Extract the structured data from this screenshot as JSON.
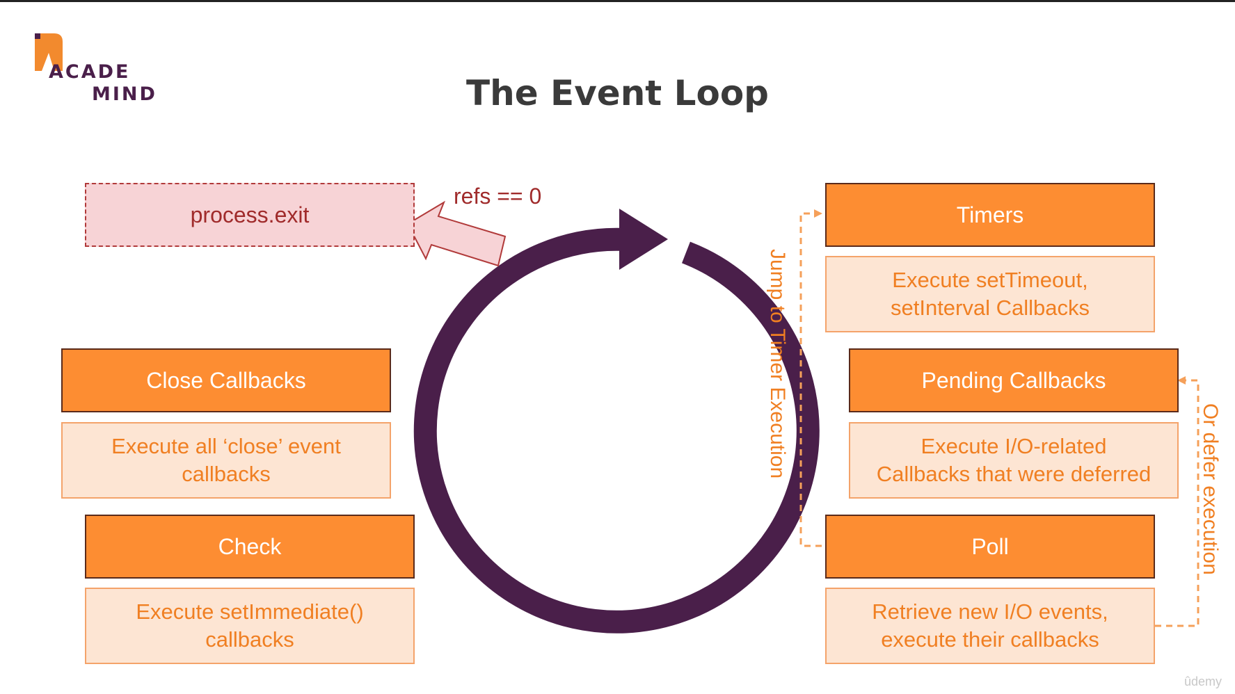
{
  "logo": {
    "line1": "ACADE",
    "line2": "MIND",
    "brand_color": "#4a1f4a",
    "accent_color": "#f28a2e"
  },
  "title": "The Event Loop",
  "exit": {
    "label": "process.exit",
    "arrow_label": "refs == 0"
  },
  "phases": {
    "timers": {
      "title": "Timers",
      "description": "Execute setTimeout,\nsetInterval Callbacks"
    },
    "pending": {
      "title": "Pending Callbacks",
      "description": "Execute I/O-related\nCallbacks that were deferred"
    },
    "poll": {
      "title": "Poll",
      "description": "Retrieve new I/O events,\nexecute their callbacks"
    },
    "check": {
      "title": "Check",
      "description": "Execute setImmediate()\ncallbacks"
    },
    "close": {
      "title": "Close Callbacks",
      "description": "Execute all ‘close’ event\ncallbacks"
    }
  },
  "side_labels": {
    "jump": "Jump to Timer Execution",
    "defer": "Or defer execution"
  },
  "watermark": "ûdemy",
  "colors": {
    "phase_fill": "#fd8d32",
    "desc_fill": "#fde5d3",
    "desc_text": "#f07f22",
    "loop": "#4a1f4a",
    "exit_fill": "#f7d3d6",
    "exit_text": "#a02b2b",
    "dashed_line": "#f5a05a"
  }
}
